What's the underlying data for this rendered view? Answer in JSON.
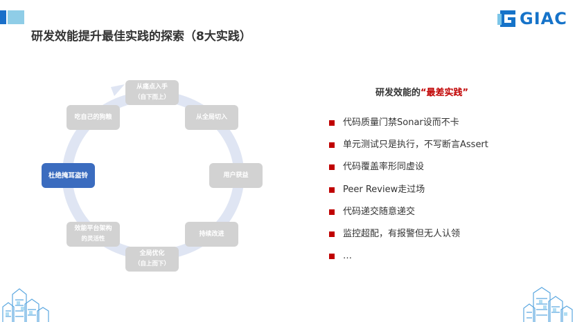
{
  "slide": {
    "title": "研发效能提升最佳实践的探索（8大实践）",
    "logo_text": "GIAC"
  },
  "cycle": {
    "nodes": [
      {
        "line1": "从痛点入手",
        "line2": "（自下而上）"
      },
      {
        "line1": "从全局切入"
      },
      {
        "line1": "用户获益"
      },
      {
        "line1": "持续改进"
      },
      {
        "line1": "全局优化",
        "line2": "（自上而下）"
      },
      {
        "line1": "效能平台架构",
        "line2": "的灵活性"
      },
      {
        "line1": "杜绝掩耳盗铃"
      },
      {
        "line1": "吃自己的狗粮"
      }
    ]
  },
  "panel": {
    "subtitle_prefix": "研发效能的",
    "subtitle_highlight": "“最差实践”",
    "items": [
      "代码质量门禁Sonar设而不卡",
      "单元测试只是执行，不写断言Assert",
      "代码覆盖率形同虚设",
      "Peer Review走过场",
      "代码递交随意递交",
      "监控超配，有报警但无人认领",
      "…"
    ]
  },
  "colors": {
    "accent_blue": "#3b6cbf",
    "node_gray": "#d2d2d2",
    "bullet_red": "#c00000",
    "ring_color": "#dfe5f3"
  }
}
